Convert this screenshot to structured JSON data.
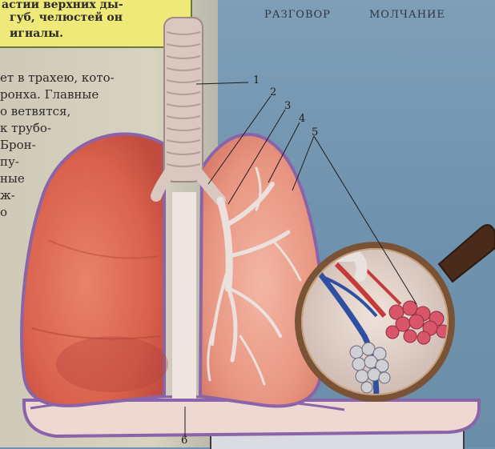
{
  "left_page": {
    "box_lines": [
      "астии верхних ды-",
      "губ, челюстей он",
      "игналы."
    ],
    "body_lines": [
      "ет в трахею, кото-",
      "ронха. Главные",
      "о ветвятся,",
      "к трубо-",
      "Брон-",
      "пу-",
      "ные",
      "ж-",
      "о"
    ]
  },
  "right_page": {
    "header_left": "РАЗГОВОР",
    "header_right": "МОЛЧАНИЕ"
  },
  "labels": {
    "l1": "1",
    "l2": "2",
    "l3": "3",
    "l4": "4",
    "l5": "5",
    "l6": "6"
  },
  "colors": {
    "lung_left": "#e0705a",
    "lung_right": "#eb9a86",
    "membrane": "#8b63a8",
    "trachea": "#d8c6bf",
    "magnifier_handle": "#4a2a1a"
  }
}
